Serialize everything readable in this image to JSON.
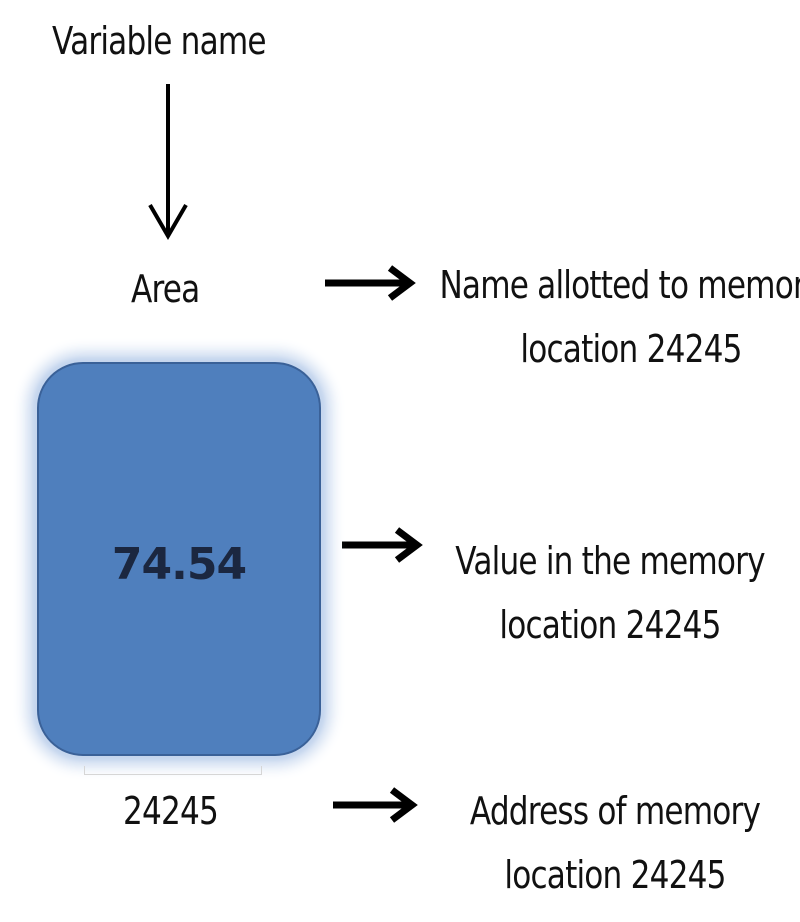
{
  "labels": {
    "variable_name": "Variable  name",
    "area": "Area",
    "address": "24245"
  },
  "box": {
    "value": "74.54",
    "fill_color": "#4f7fbd",
    "glow_color": "#c8d8ef"
  },
  "descriptions": {
    "name": [
      "Name allotted to memory",
      "location 24245"
    ],
    "value": [
      "Value in the memory",
      "location  24245"
    ],
    "address": [
      "Address of memory",
      "location 24245"
    ]
  },
  "icons": {
    "down_arrow": "arrow-down-icon",
    "right_arrow": "arrow-right-icon"
  }
}
